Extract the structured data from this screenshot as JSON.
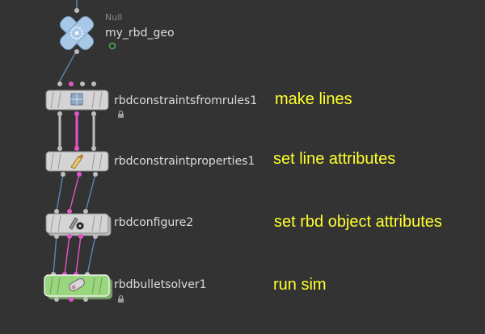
{
  "network": {
    "null_node": {
      "type_label": "Null",
      "name": "my_rbd_geo"
    },
    "nodes": [
      {
        "name": "rbdconstraintsfromrules1",
        "note": "make lines",
        "icon": "constraints-box-icon"
      },
      {
        "name": "rbdconstraintproperties1",
        "note": "set line attributes",
        "icon": "properties-brush-icon"
      },
      {
        "name": "rbdconfigure2",
        "note": "set rbd object attributes",
        "icon": "configure-gear-icon"
      },
      {
        "name": "rbdbulletsolver1",
        "note": "run sim",
        "icon": "solver-capsule-icon"
      }
    ]
  },
  "colors": {
    "background": "#333333",
    "node_body": "#d4d4d4",
    "solver_body": "#9ad67e",
    "note_text": "#ffff2e",
    "wire_gray": "#bdbdbd",
    "wire_pink": "#e055c8",
    "wire_blue": "#5b86b8"
  }
}
